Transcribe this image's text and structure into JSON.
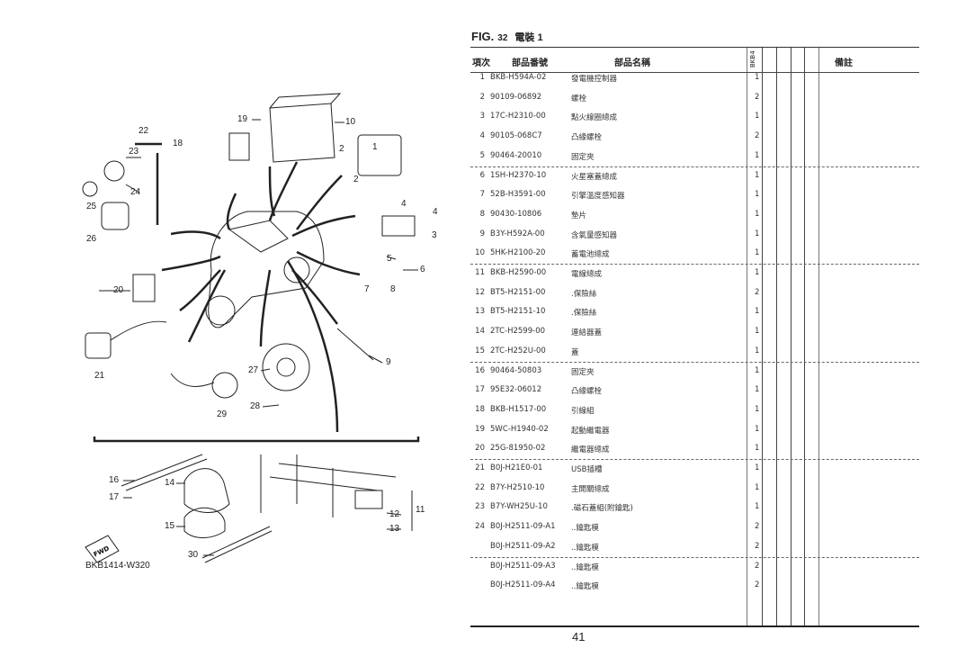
{
  "figure": {
    "prefix": "FIG.",
    "number": "32",
    "title": "電裝 1"
  },
  "columns": {
    "item": "項次",
    "part_no": "部品番號",
    "part_name": "部品名稱",
    "model": "BKB4",
    "remarks": "備註"
  },
  "rows": [
    {
      "no": "1",
      "part_no": "BKB-H594A-02",
      "name": "發電機控制器",
      "qty": "1"
    },
    {
      "no": "2",
      "part_no": "90109-06892",
      "name": "螺栓",
      "qty": "2"
    },
    {
      "no": "3",
      "part_no": "17C-H2310-00",
      "name": "點火線圈總成",
      "qty": "1"
    },
    {
      "no": "4",
      "part_no": "90105-068C7",
      "name": "凸緣螺栓",
      "qty": "2"
    },
    {
      "no": "5",
      "part_no": "90464-20010",
      "name": "固定夾",
      "qty": "1"
    },
    {
      "no": "6",
      "part_no": "1SH-H2370-10",
      "name": "火星塞蓋總成",
      "qty": "1"
    },
    {
      "no": "7",
      "part_no": "52B-H3591-00",
      "name": "引擎溫度感知器",
      "qty": "1"
    },
    {
      "no": "8",
      "part_no": "90430-10806",
      "name": "墊片",
      "qty": "1"
    },
    {
      "no": "9",
      "part_no": "B3Y-H592A-00",
      "name": "含氧量感知器",
      "qty": "1"
    },
    {
      "no": "10",
      "part_no": "5HK-H2100-20",
      "name": "蓄電池總成",
      "qty": "1"
    },
    {
      "no": "11",
      "part_no": "BKB-H2590-00",
      "name": "電線總成",
      "qty": "1"
    },
    {
      "no": "12",
      "part_no": "BT5-H2151-00",
      "name": ".保險絲",
      "qty": "2"
    },
    {
      "no": "13",
      "part_no": "BT5-H2151-10",
      "name": ".保險絲",
      "qty": "1"
    },
    {
      "no": "14",
      "part_no": "2TC-H2599-00",
      "name": "連結器蓋",
      "qty": "1"
    },
    {
      "no": "15",
      "part_no": "2TC-H252U-00",
      "name": "蓋",
      "qty": "1"
    },
    {
      "no": "16",
      "part_no": "90464-50803",
      "name": "固定夾",
      "qty": "1"
    },
    {
      "no": "17",
      "part_no": "95E32-06012",
      "name": "凸緣螺栓",
      "qty": "1"
    },
    {
      "no": "18",
      "part_no": "BKB-H1517-00",
      "name": "引線組",
      "qty": "1"
    },
    {
      "no": "19",
      "part_no": "5WC-H1940-02",
      "name": "起動繼電器",
      "qty": "1"
    },
    {
      "no": "20",
      "part_no": "25G-81950-02",
      "name": "繼電器總成",
      "qty": "1"
    },
    {
      "no": "21",
      "part_no": "B0J-H21E0-01",
      "name": "USB插槽",
      "qty": "1"
    },
    {
      "no": "22",
      "part_no": "B7Y-H2510-10",
      "name": "主開關總成",
      "qty": "1"
    },
    {
      "no": "23",
      "part_no": "B7Y-WH25U-10",
      "name": ".磁石蓋組(附鑰匙)",
      "qty": "1"
    },
    {
      "no": "24",
      "part_no": "B0J-H2511-09-A1",
      "name": "..鑰匙模",
      "qty": "2"
    },
    {
      "no": "",
      "part_no": "B0J-H2511-09-A2",
      "name": "..鑰匙模",
      "qty": "2"
    },
    {
      "no": "",
      "part_no": "B0J-H2511-09-A3",
      "name": "..鑰匙模",
      "qty": "2"
    },
    {
      "no": "",
      "part_no": "B0J-H2511-09-A4",
      "name": "..鑰匙模",
      "qty": "2"
    }
  ],
  "diagram": {
    "doc_id": "BKB1414-W320",
    "fwd_label": "FWD",
    "callouts": [
      "19",
      "10",
      "22",
      "23",
      "18",
      "2",
      "1",
      "2",
      "24",
      "25",
      "26",
      "4",
      "4",
      "3",
      "5",
      "6",
      "8",
      "7",
      "20",
      "9",
      "21",
      "27",
      "29",
      "28",
      "16",
      "14",
      "17",
      "12",
      "11",
      "13",
      "15",
      "30"
    ]
  },
  "page_number": "41"
}
